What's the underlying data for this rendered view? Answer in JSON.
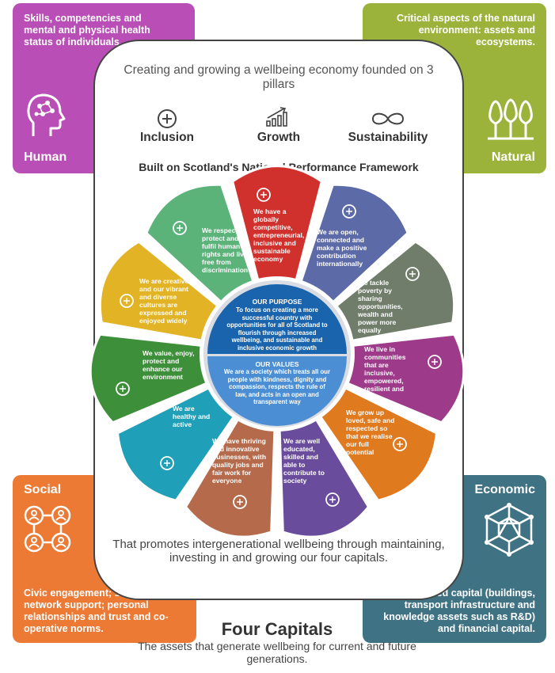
{
  "capitals": {
    "human": {
      "name": "Human",
      "description": "Skills, competencies and mental and physical health status of individuals.",
      "color": "#b94fb6",
      "icon": "brain-head-icon"
    },
    "natural": {
      "name": "Natural",
      "description": "Critical aspects of the natural environment: assets and ecosystems.",
      "color": "#9bb33b",
      "icon": "trees-icon"
    },
    "social": {
      "name": "Social",
      "description": "Civic engagement; social network support; personal relationships and trust and co-operative norms.",
      "color": "#ec7a35",
      "icon": "people-network-icon"
    },
    "economic": {
      "name": "Economic",
      "description": "Produced capital (buildings, transport infrastructure and knowledge assets such as R&D) and financial capital.",
      "color": "#3f7384",
      "icon": "network-cube-icon"
    }
  },
  "intro": "Creating and growing a wellbeing economy founded on 3 pillars",
  "pillars": [
    {
      "label": "Inclusion",
      "icon": "plus-circle-icon"
    },
    {
      "label": "Growth",
      "icon": "bar-growth-icon"
    },
    {
      "label": "Sustainability",
      "icon": "infinity-icon"
    }
  ],
  "framework_title": "Built on Scotland's National Performance Framework",
  "purpose": {
    "title": "OUR PURPOSE",
    "text": "To focus on creating a more successful country with opportunities for all of Scotland to flourish through increased wellbeing, and sustainable and inclusive economic growth",
    "color": "#1a64ad"
  },
  "values": {
    "title": "OUR VALUES",
    "text": "We are a society which treats all our people with kindness, dignity and compassion, respects the rule of law, and acts in an open and transparent way",
    "color": "#4b8ed3"
  },
  "outcomes": [
    {
      "text": "We have a globally competitive, entrepreneurial, inclusive and sustainable economy",
      "color": "#d0312d",
      "icon": "globe-icon"
    },
    {
      "text": "We are open, connected and make a positive contribution internationally",
      "color": "#5c6aa8",
      "icon": "connection-icon"
    },
    {
      "text": "We tackle poverty by sharing opportunities, wealth and power more equally",
      "color": "#6f7d6a",
      "icon": "scales-icon"
    },
    {
      "text": "We live in communities that are inclusive, empowered, resilient and safe",
      "color": "#9d3b8a",
      "icon": "community-icon"
    },
    {
      "text": "We grow up loved, safe and respected so that we realise our full potential",
      "color": "#e07a1f",
      "icon": "heart-hands-icon"
    },
    {
      "text": "We are well educated, skilled and able to contribute to society",
      "color": "#6a4c9c",
      "icon": "reading-icon"
    },
    {
      "text": "We have thriving and innovative businesses, with quality jobs and fair work for everyone",
      "color": "#b56b4b",
      "icon": "briefcase-icon"
    },
    {
      "text": "We are healthy and active",
      "color": "#1fa0b8",
      "icon": "heartbeat-icon"
    },
    {
      "text": "We value, enjoy, protect and enhance our environment",
      "color": "#3e8f3a",
      "icon": "leaf-icon"
    },
    {
      "text": "We are creative and our vibrant and diverse cultures are expressed and enjoyed widely",
      "color": "#e2b324",
      "icon": "lightbulb-icon"
    },
    {
      "text": "We respect, protect and fulfil human rights and live free from discrimination",
      "color": "#5bb37a",
      "icon": "equals-icon"
    }
  ],
  "promotes": "That promotes intergenerational wellbeing through maintaining, investing in and growing our four capitals.",
  "four_capitals_title": "Four Capitals",
  "four_capitals_subtitle": "The assets that generate wellbeing for current and future generations."
}
